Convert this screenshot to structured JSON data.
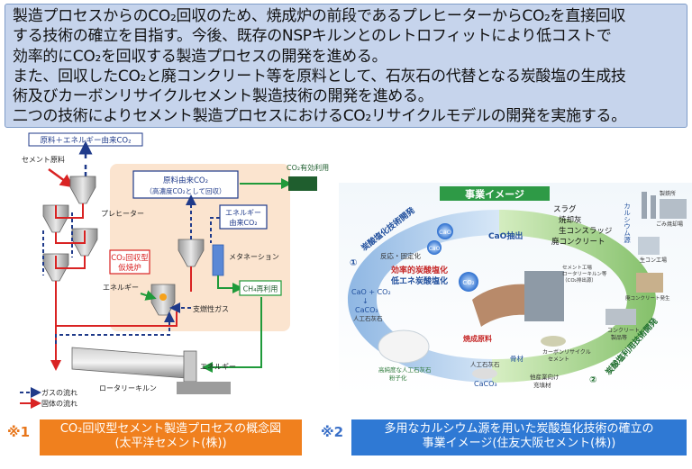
{
  "intro": {
    "lines": [
      "製造プロセスからのCO₂回収のため、焼成炉の前段であるプレヒーターからCO₂を直接回収",
      "する技術の確立を目指す。今後、既存のNSPキルンとのレトロフィットにより低コストで",
      "効率的にCO₂を回収する製造プロセスの開発を進める。",
      "また、回収したCO₂と廃コンクリート等を原料として、石灰石の代替となる炭酸塩の生成技",
      "術及びカーボンリサイクルセメント製造技術の開発を進める。",
      "二つの技術によりセメント製造プロセスにおけるCO₂リサイクルモデルの開発を実施する。"
    ]
  },
  "left_diagram": {
    "top_label": "原料＋エネルギー由来CO₂",
    "cement_raw": "セメント原料",
    "preheater": "プレヒーター",
    "calciner_line1": "CO₂回収型",
    "calciner_line2": "仮焼炉",
    "energy1": "エネルギー",
    "raw_co2_line1": "原料由来CO₂",
    "raw_co2_line2": "（高濃度CO₂として回収）",
    "co2_use": "CO₂有効利用",
    "energy_co2_line1": "エネルギー",
    "energy_co2_line2": "由来CO₂",
    "methanation": "メタネーション",
    "ch4": "CH₄再利用",
    "support_gas": "支燃性ガス",
    "energy2": "エネルギー",
    "kiln": "ロータリーキルン",
    "legend_gas": "ガスの流れ",
    "legend_solid": "固体の流れ"
  },
  "right_diagram": {
    "title": "事業イメージ",
    "arc_left": "炭酸塩化技術開発",
    "arc_right": "炭酸塩利用技術開発",
    "marker1": "①",
    "marker2": "②",
    "slag": "スラグ",
    "ash": "焼却灰",
    "sludge": "生コンスラッジ",
    "waste_concrete": "廃コンクリート",
    "cao_extract": "CaO抽出",
    "reaction": "反応・固定化",
    "efficient": "効率的炭酸塩化",
    "low_energy": "低エネ炭酸塩化",
    "cao_co2": "CaO + CO₂",
    "arrow_down": "↓",
    "caco3": "CaCO₃",
    "artificial": "人工石灰石",
    "kiln_raw": "焼成原料",
    "artificial_caco3": "人工石灰石",
    "caco3_b": "CaCO₃",
    "aggregate": "骨材",
    "carbon_cement": "カーボンリサイクル",
    "carbon_cement2": "セメント",
    "fill": "他産業向け",
    "fill2": "充填材",
    "high_purity": "高純度な人工石灰石",
    "high_purity2": "粉子化",
    "factory_label": "製鉄所",
    "cement_plant": "セメント工場",
    "cement_plant2": "ロータリーキルン等",
    "cement_plant3": "（CO₂排出源）",
    "waste_plant": "ごみ焼却場",
    "ready_mix": "生コン工場",
    "demolition": "廃コンクリート発生",
    "concrete": "コンクリート",
    "concrete2": "製品等",
    "cao_bubble": "CaO",
    "co2_bubble": "CO₂",
    "ca_source": "カルシウム源"
  },
  "captions": {
    "mark1": "※1",
    "cap1_line1": "CO₂回収型セメント製造プロセスの概念図",
    "cap1_line2": "(太平洋セメント(株))",
    "mark2": "※2",
    "cap2_line1": "多用なカルシウム源を用いた炭酸塩化技術の確立の",
    "cap2_line2": "事業イメージ(住友大阪セメント(株))"
  },
  "colors": {
    "intro_bg": "#c6d4ec",
    "caption1_bg": "#f0801e",
    "caption2_bg": "#2f79d4",
    "mark1": "#e8761a",
    "mark2": "#3a70c8",
    "gas_flow": "#1f3a8a",
    "solid_flow": "#d92323",
    "energy_flow": "#1f9a3a"
  }
}
